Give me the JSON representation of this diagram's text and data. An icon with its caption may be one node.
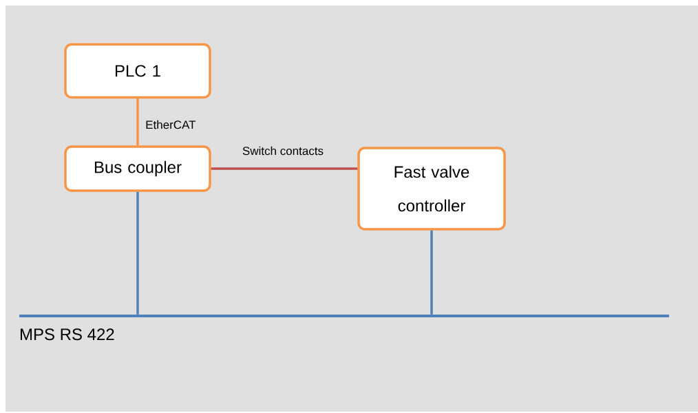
{
  "diagram": {
    "nodes": [
      {
        "text": [
          "PLC 1"
        ]
      },
      {
        "text": [
          "Bus coupler"
        ]
      },
      {
        "text": [
          "Fast valve controller"
        ]
      },
      {
        "text": [],
        "shape": "bar",
        "beside": [
          "MPS RS 422"
        ]
      }
    ],
    "edges": [
      {
        "from": 0,
        "to": 1,
        "arrow": "none",
        "label": "EtherCAT",
        "color": "#f79646"
      },
      {
        "from": 1,
        "to": 2,
        "arrow": "none",
        "label": "Switch contacts",
        "color": "#c0504d"
      },
      {
        "from": 1,
        "to": 3,
        "arrow": "none"
      },
      {
        "from": 2,
        "to": 3,
        "arrow": "none"
      }
    ]
  }
}
